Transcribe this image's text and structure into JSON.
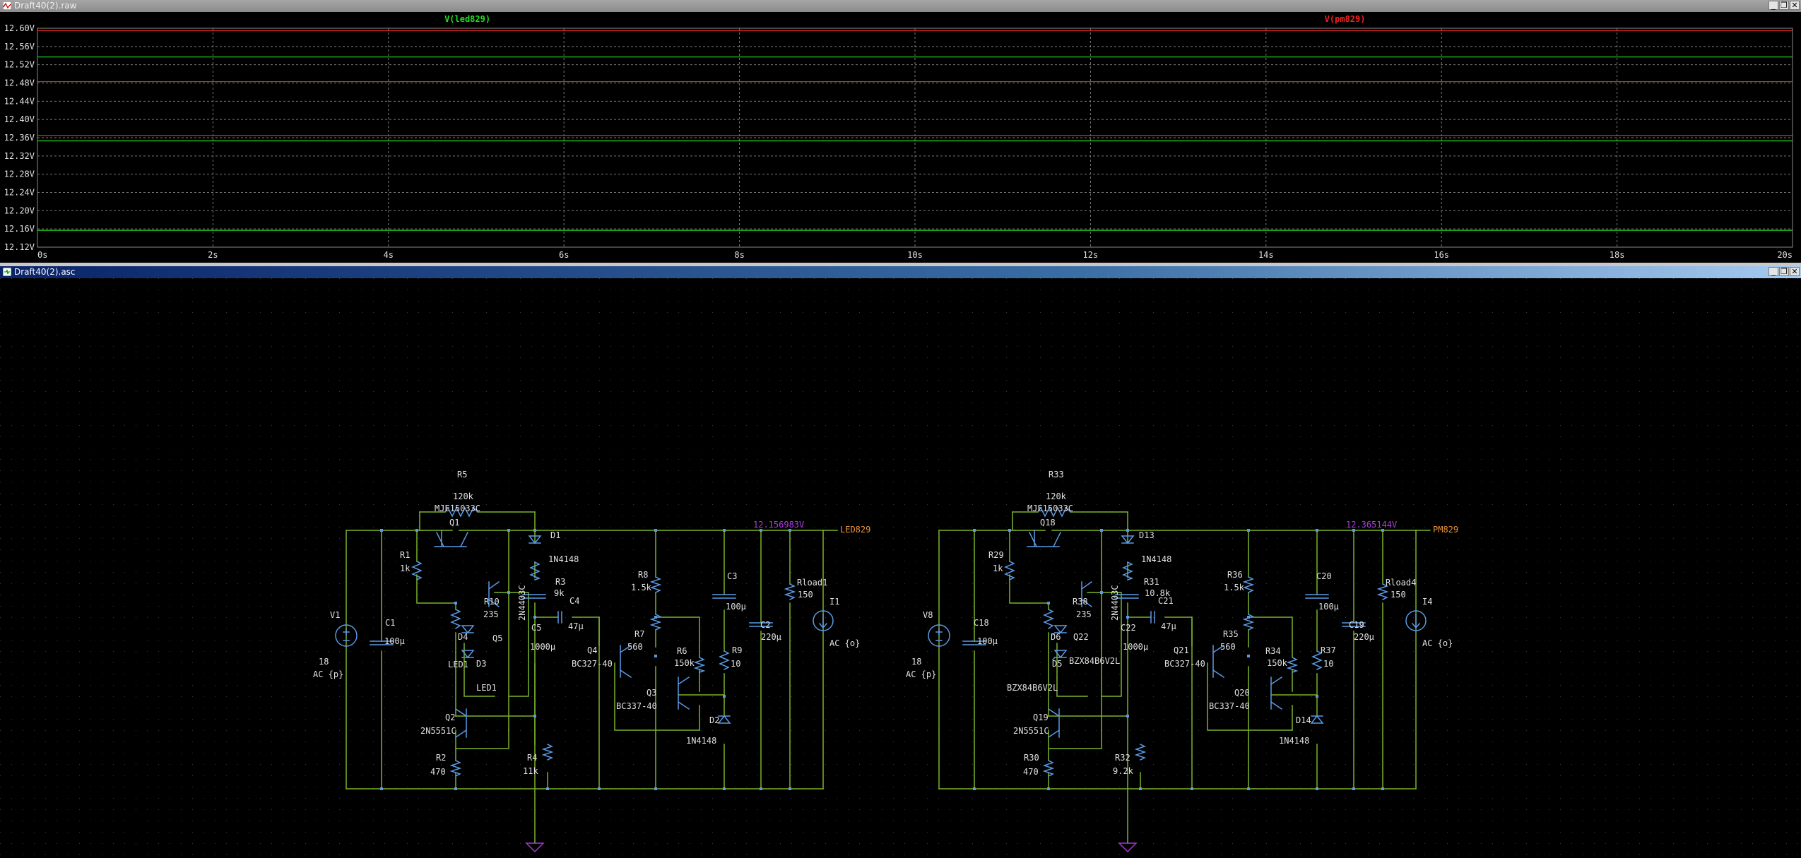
{
  "waveform_window": {
    "title": "Draft40(2).raw",
    "traces": [
      {
        "name": "V(led829)",
        "color": "#22dd22"
      },
      {
        "name": "V(pm829)",
        "color": "#ee2222"
      }
    ],
    "colors": {
      "background": "#000000",
      "grid": "#7a7a7a",
      "axis_text": "#e0e0e0"
    }
  },
  "schematic_window": {
    "title": "Draft40(2).asc",
    "colors": {
      "wire": "#7ab32a",
      "component": "#5a9be6",
      "net_label": "#e8913a",
      "voltage_readout": "#b03ce0",
      "text": "#e0e0e0",
      "background": "#000000"
    },
    "left_circuit": {
      "R5": "R5",
      "R5_val": "120k",
      "Q1_model": "MJE15033C",
      "Q1": "Q1",
      "D1": "D1",
      "D1_val": "1N4148",
      "R1": "R1",
      "R1_val": "1k",
      "R10": "R10",
      "R10_val": "235",
      "R3": "R3",
      "R3_val": "9k",
      "R8": "R8",
      "R8_val": "1.5k",
      "C3": "C3",
      "C3_val": "100µ",
      "Rload": "Rload1",
      "Rload_val": "150",
      "I": "I1",
      "I_val": "AC {o}",
      "V": "V1",
      "V_val": "18",
      "V_ac": "AC {p}",
      "C1": "C1",
      "C1_val": "100µ",
      "D4": "D4",
      "Q5": "Q5",
      "Q5_model": "2N4403C",
      "C5": "C5",
      "C5_val": "1000µ",
      "D4_model": "LED1",
      "D3": "D3",
      "D3_model": "LED1",
      "C4": "C4",
      "C4_val": "47µ",
      "R7": "R7",
      "R7_val": "560",
      "R6": "R6",
      "R6_val": "150k",
      "C2": "C2",
      "C2_val": "220µ",
      "Q4": "Q4",
      "Q4_model": "BC327-40",
      "Q3": "Q3",
      "Q3_model": "BC337-40",
      "R9": "R9",
      "R9_val": "10",
      "D2": "D2",
      "D2_val": "1N4148",
      "Q2": "Q2",
      "Q2_model": "2N5551C",
      "R2": "R2",
      "R2_val": "470",
      "R4": "R4",
      "R4_val": "11k",
      "voltage": "12.156983V",
      "net": "LED829"
    },
    "right_circuit": {
      "R5": "R33",
      "R5_val": "120k",
      "Q1_model": "MJE15033C",
      "Q1": "Q18",
      "D1": "D13",
      "D1_val": "1N4148",
      "R1": "R29",
      "R1_val": "1k",
      "R10": "R38",
      "R10_val": "235",
      "R3": "R31",
      "R3_val": "10.8k",
      "R8": "R36",
      "R8_val": "1.5k",
      "C3": "C20",
      "C3_val": "100µ",
      "Rload": "Rload4",
      "Rload_val": "150",
      "I": "I4",
      "I_val": "AC {o}",
      "V": "V8",
      "V_val": "18",
      "V_ac": "AC {p}",
      "C1": "C18",
      "C1_val": "100µ",
      "D4": "D6",
      "Q5": "Q22",
      "Q5_model": "2N4403C",
      "C5": "C22",
      "C5_val": "1000µ",
      "D4_model": "BZX84B6V2L",
      "D3": "D5",
      "D3_model": "BZX84B6V2L",
      "C4": "C21",
      "C4_val": "47µ",
      "R7": "R35",
      "R7_val": "560",
      "R6": "R34",
      "R6_val": "150k",
      "C2": "C19",
      "C2_val": "220µ",
      "Q4": "Q21",
      "Q4_model": "BC327-40",
      "Q3": "Q20",
      "Q3_model": "BC337-40",
      "R9": "R37",
      "R9_val": "10",
      "D2": "D14",
      "D2_val": "1N4148",
      "Q2": "Q19",
      "Q2_model": "2N5551C",
      "R2": "R30",
      "R2_val": "470",
      "R4": "R32",
      "R4_val": "9.2k",
      "voltage": "12.365144V",
      "net": "PM829"
    }
  },
  "window_buttons": {
    "minimize": "_",
    "restore": "❐",
    "close": "✕"
  },
  "chart_data": {
    "type": "line",
    "title": "",
    "xlabel": "",
    "ylabel": "",
    "xlim": [
      0,
      20
    ],
    "ylim": [
      12.12,
      12.6
    ],
    "x_ticks": [
      "0s",
      "2s",
      "4s",
      "6s",
      "8s",
      "10s",
      "12s",
      "14s",
      "16s",
      "18s",
      "20s"
    ],
    "y_ticks": [
      "12.12V",
      "12.16V",
      "12.20V",
      "12.24V",
      "12.28V",
      "12.32V",
      "12.36V",
      "12.40V",
      "12.44V",
      "12.48V",
      "12.52V",
      "12.56V",
      "12.60V"
    ],
    "grid": true,
    "legend": "top",
    "series": [
      {
        "name": "V(led829)",
        "color": "#22dd22",
        "flat_levels": [
          12.537,
          12.353,
          12.157
        ]
      },
      {
        "name": "V(pm829)",
        "color": "#ee2222",
        "flat_levels": [
          12.595,
          12.483,
          12.365
        ]
      }
    ]
  }
}
